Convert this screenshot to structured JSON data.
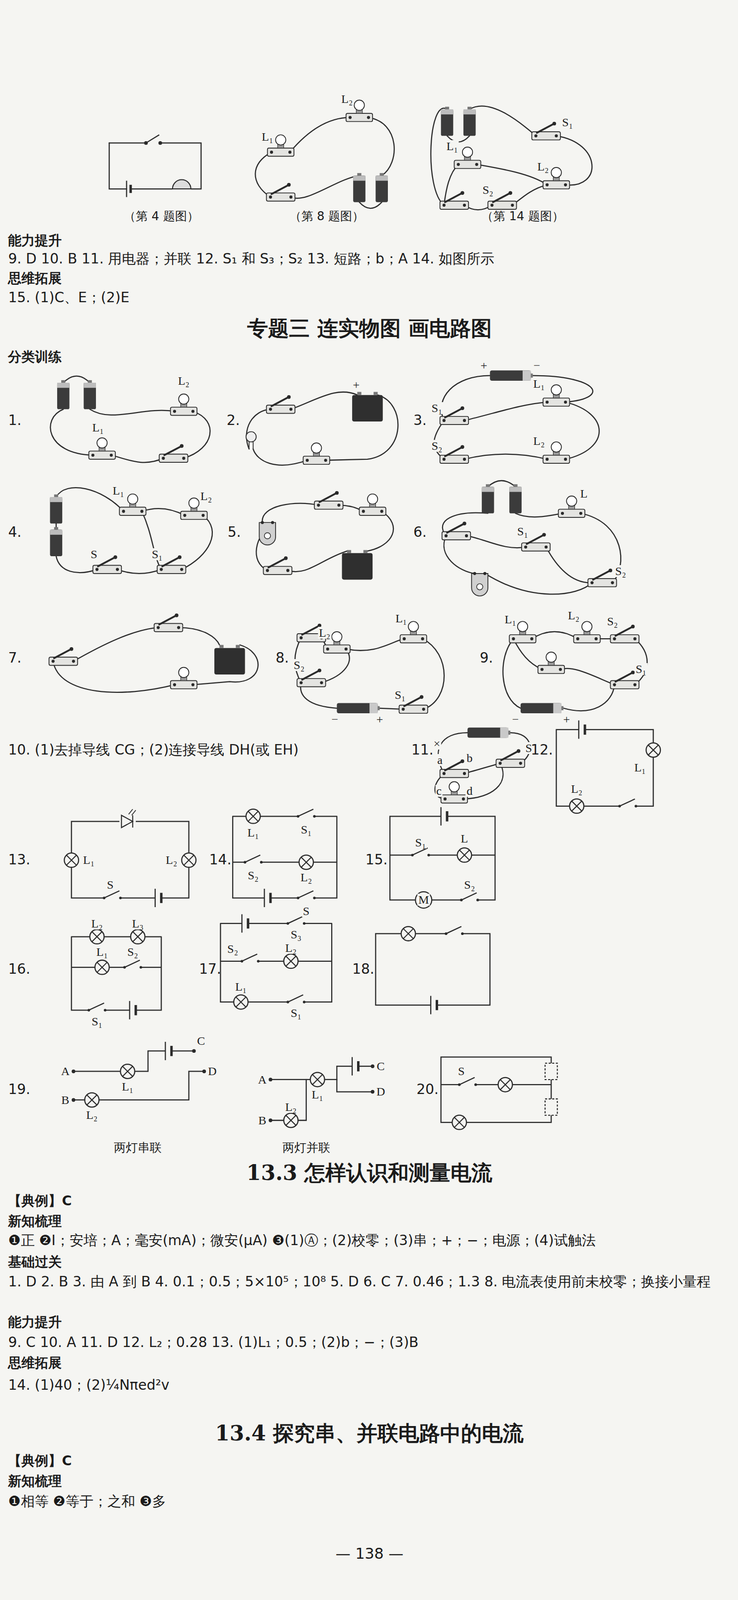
{
  "diagram": {
    "labels": [
      "L₂",
      "L₁",
      "S₁",
      "L₁",
      "L₂",
      "S₂",
      "（第 4 题图）",
      "（第 8 题图）",
      "（第 14 题图）",
      "能力提升",
      "9. D 10. B 11. 用电器；并联 12. S₁ 和 S₃；S₂ 13. 短路；b；A 14. 如图所示",
      "思维拓展",
      "15. (1)C、E；(2)E",
      "专题三 连实物图 画电路图",
      "分类训练",
      "1.",
      "L₂",
      "L₁",
      "2.",
      "+",
      "3.",
      "+",
      "−",
      "L₁",
      "S₁",
      "S₂",
      "L₂",
      "4.",
      "L₁",
      "L₂",
      "S",
      "S₁",
      "5.",
      "6.",
      "L",
      "S₁",
      "S₂",
      "7.",
      "8.",
      "L₂",
      "L₁",
      "S₂",
      "S₁",
      "−",
      "+",
      "9.",
      "L₁",
      "L₂",
      "S₂",
      "S₁",
      "−",
      "+",
      "10. (1)去掉导线 CG；(2)连接导线 DH(或 EH)",
      "11.",
      "×",
      "a",
      "b",
      "S",
      "c",
      "d",
      "12.",
      "L₁",
      "L₂",
      "13.",
      "L₁",
      "L₂",
      "S",
      "14.",
      "L₁",
      "S₁",
      "S₂",
      "L₂",
      "S",
      "15.",
      "S₁",
      "L",
      "M",
      "S₂",
      "16.",
      "L₂",
      "L₃",
      "L₁",
      "S₂",
      "S₁",
      "17.",
      "S₃",
      "S₂",
      "L₂",
      "L₁",
      "S₁",
      "18.",
      "19.",
      "C",
      "A",
      "L₁",
      "D",
      "B",
      "L₂",
      "两灯串联",
      "C",
      "A",
      "D",
      "B",
      "L₁",
      "L₂",
      "两灯并联",
      "20.",
      "S",
      "13.3 怎样认识和测量电流",
      "【典例】C",
      "新知梳理",
      "❶正 ❷I；安培；A；毫安(mA)；微安(μA) ❸(1)Ⓐ；(2)校零；(3)串；+；−；电源；(4)试触法",
      "基础过关",
      "1. D 2. B 3. 由 A 到 B 4. 0.1；0.5；5×10⁵；10⁸ 5. D 6. C 7. 0.46；1.3 8. 电流表使用前未校零；换接小量程",
      "能力提升",
      "9. C 10. A 11. D 12. L₂；0.28 13. (1)L₁；0.5；(2)b；−；(3)B",
      "思维拓展",
      "14. (1)40；(2)¼Nπed²v",
      "13.4 探究串、并联电路中的电流",
      "【典例】C",
      "新知梳理",
      "❶相等 ❷等于；之和 ❸多",
      "— 138 —"
    ]
  }
}
